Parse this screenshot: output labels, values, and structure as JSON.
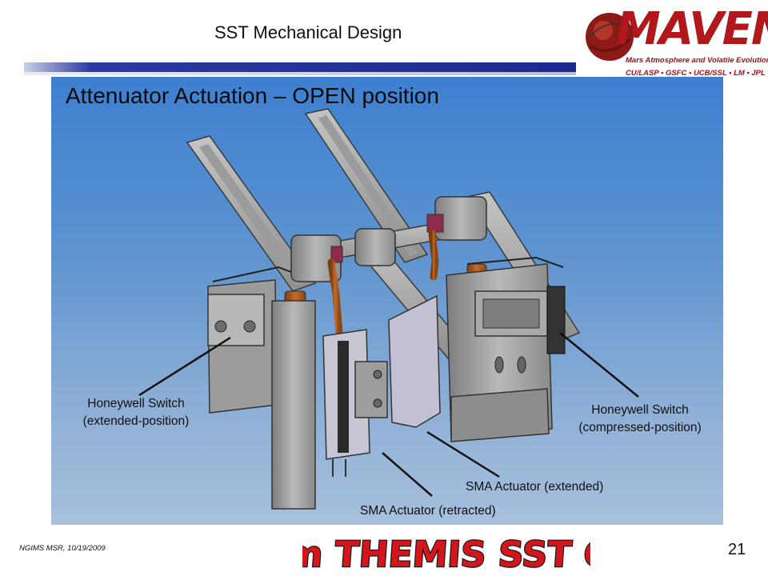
{
  "header": {
    "title": "SST Mechanical Design"
  },
  "logo": {
    "wordmark": "MAVEN",
    "subtitle": "Mars Atmosphere and Volatile Evolution Mission",
    "partners": "CU/LASP • GSFC • UCB/SSL • LM • JPL"
  },
  "slide": {
    "title": "Attenuator Actuation – OPEN position"
  },
  "callouts": {
    "switch_left_line1": "Honeywell Switch",
    "switch_left_line2": "(extended-position)",
    "switch_right_line1": "Honeywell Switch",
    "switch_right_line2": "(compressed-position)",
    "sma_extended": "SMA Actuator (extended)",
    "sma_retracted": "SMA Actuator (retracted)"
  },
  "footer": {
    "left": "NGIMS MSR, 10/19/2009",
    "page_number": "21",
    "stamp": "From THEMIS SST CDR"
  },
  "colors": {
    "brand_red": "#b0181c",
    "header_bar": "#1b2a8f",
    "stamp_red": "#d4161c"
  }
}
